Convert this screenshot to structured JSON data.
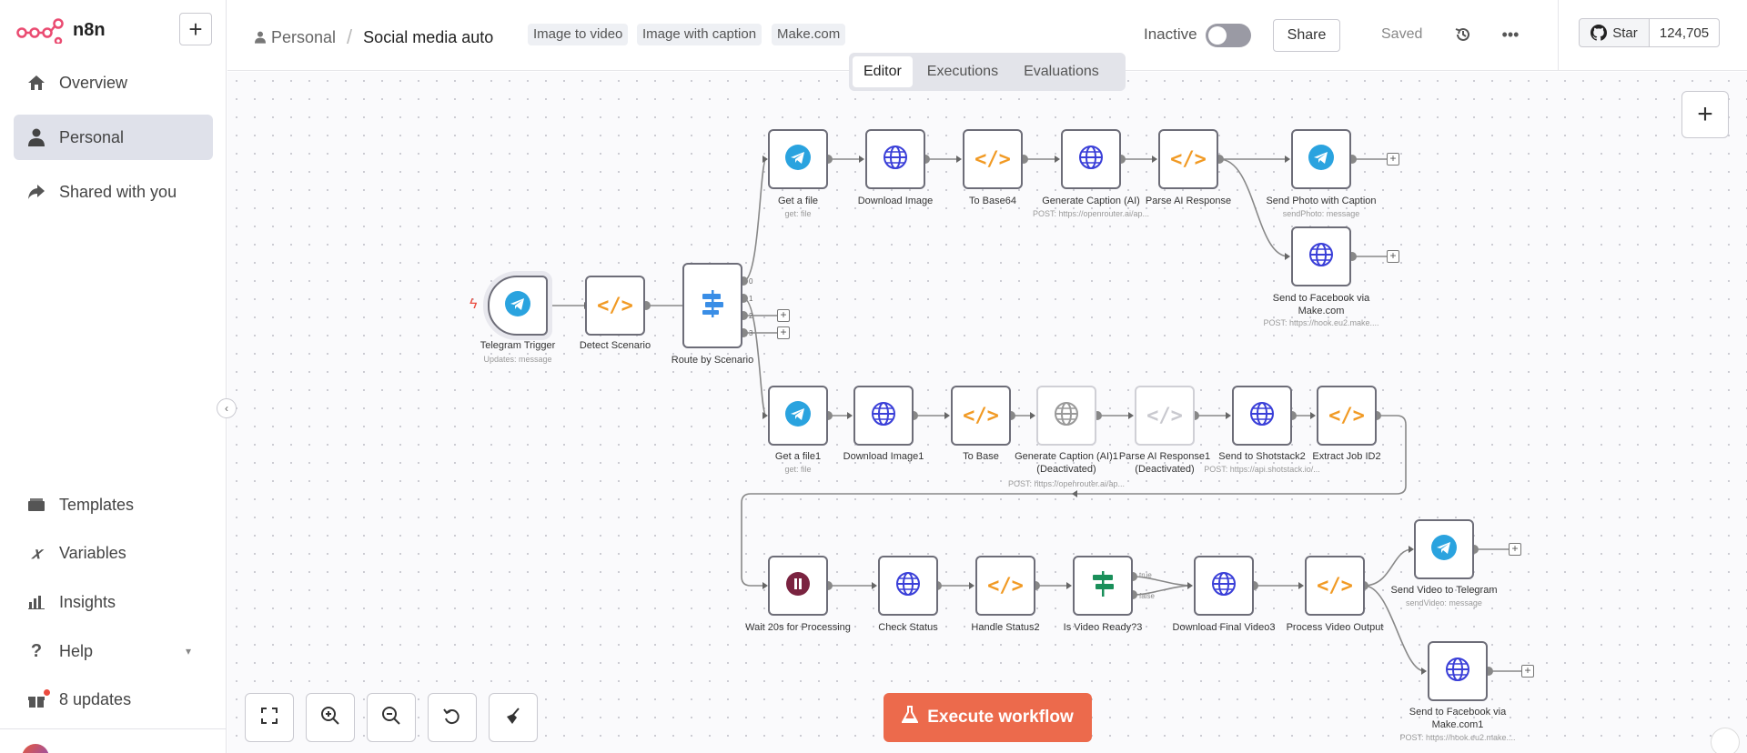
{
  "app": {
    "name": "n8n"
  },
  "sidebar": {
    "items": [
      {
        "label": "Overview",
        "icon": "home-icon"
      },
      {
        "label": "Personal",
        "icon": "user-icon",
        "active": true
      },
      {
        "label": "Shared with you",
        "icon": "share-icon"
      }
    ],
    "bottom_items": [
      {
        "label": "Templates",
        "icon": "box-icon"
      },
      {
        "label": "Variables",
        "icon": "variable-icon"
      },
      {
        "label": "Insights",
        "icon": "chart-icon"
      },
      {
        "label": "Help",
        "icon": "question-icon"
      },
      {
        "label": "8 updates",
        "icon": "gift-icon"
      }
    ]
  },
  "header": {
    "project": "Personal",
    "workflow_name": "Social media auto",
    "tags": [
      "Image to video",
      "Image with caption",
      "Make.com"
    ],
    "status_label": "Inactive",
    "share_label": "Share",
    "saved_label": "Saved",
    "github": {
      "star_label": "Star",
      "count": "124,705"
    }
  },
  "tabs": [
    "Editor",
    "Executions",
    "Evaluations"
  ],
  "nodes": {
    "telegram_trigger": {
      "label": "Telegram Trigger",
      "sub": "Updates: message"
    },
    "detect_scenario": {
      "label": "Detect Scenario"
    },
    "route_by_scenario": {
      "label": "Route by Scenario",
      "outputs": [
        "0",
        "1",
        "2",
        "3"
      ]
    },
    "get_a_file": {
      "label": "Get a file",
      "sub": "get: file"
    },
    "download_image": {
      "label": "Download Image"
    },
    "to_base64": {
      "label": "To Base64"
    },
    "generate_caption": {
      "label": "Generate Caption (AI)",
      "sub": "POST: https://openrouter.ai/ap..."
    },
    "parse_ai_response": {
      "label": "Parse AI Response"
    },
    "send_photo_caption": {
      "label": "Send Photo with Caption",
      "sub": "sendPhoto: message"
    },
    "send_facebook": {
      "label": "Send to Facebook via Make.com",
      "sub": "POST: https://hook.eu2.make...."
    },
    "get_a_file1": {
      "label": "Get a file1",
      "sub": "get: file"
    },
    "download_image1": {
      "label": "Download Image1"
    },
    "to_base": {
      "label": "To Base"
    },
    "generate_caption1": {
      "label": "Generate Caption (AI)1 (Deactivated)",
      "sub": "POST: https://openrouter.ai/ap..."
    },
    "parse_ai_response1": {
      "label": "Parse AI Response1 (Deactivated)"
    },
    "send_shotstack2": {
      "label": "Send to Shotstack2",
      "sub": "POST: https://api.shotstack.io/..."
    },
    "extract_job_id2": {
      "label": "Extract Job ID2"
    },
    "wait_20s": {
      "label": "Wait 20s for Processing"
    },
    "check_status": {
      "label": "Check Status"
    },
    "handle_status2": {
      "label": "Handle Status2"
    },
    "is_video_ready3": {
      "label": "Is Video Ready?3",
      "true_label": "true",
      "false_label": "false"
    },
    "download_final_video3": {
      "label": "Download Final Video3"
    },
    "process_video_output": {
      "label": "Process Video Output"
    },
    "send_video_telegram": {
      "label": "Send Video to Telegram",
      "sub": "sendVideo: message"
    },
    "send_facebook1": {
      "label": "Send to Facebook via Make.com1",
      "sub": "POST: https://hook.eu2.make...."
    }
  },
  "canvas": {
    "execute_label": "Execute workflow"
  },
  "colors": {
    "accent": "#ec6a4c",
    "telegram": "#2aa3df",
    "http": "#3a3fd8",
    "code": "#f19a24",
    "router": "#3a8ee6",
    "wait": "#7a2340",
    "if": "#1a8f5a"
  }
}
